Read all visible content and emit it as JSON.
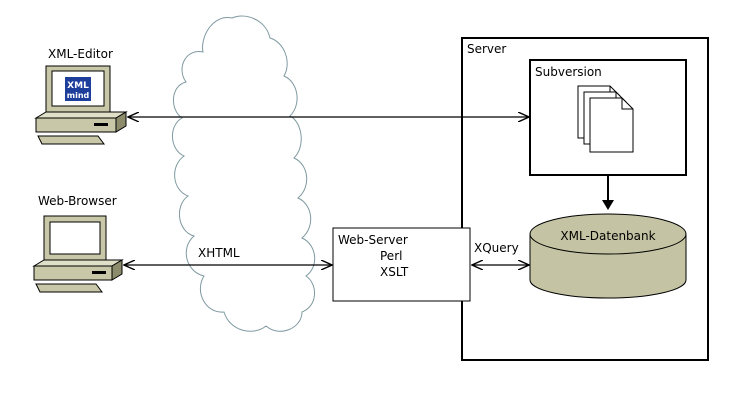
{
  "clients": {
    "editor_label": "XML-Editor",
    "editor_logo_top": "XML",
    "editor_logo_bottom": "mind",
    "browser_label": "Web-Browser"
  },
  "network": {
    "xhtml_label": "XHTML"
  },
  "server": {
    "label": "Server",
    "subversion_label": "Subversion",
    "database_label": "XML-Datenbank",
    "xquery_label": "XQuery",
    "webserver": {
      "label": "Web-Server",
      "line1": "Perl",
      "line2": "XSLT"
    }
  },
  "colors": {
    "computer_body": "#c8c8a8",
    "computer_dark": "#8c8c6c",
    "database": "#c4c4a4",
    "cloud_stroke": "#7f9aa0",
    "screen": "#ffffff",
    "logo_blue": "#1e3e9c"
  },
  "icons": [
    "desktop-computer-icon",
    "cloud-icon",
    "documents-icon",
    "database-cylinder-icon"
  ]
}
